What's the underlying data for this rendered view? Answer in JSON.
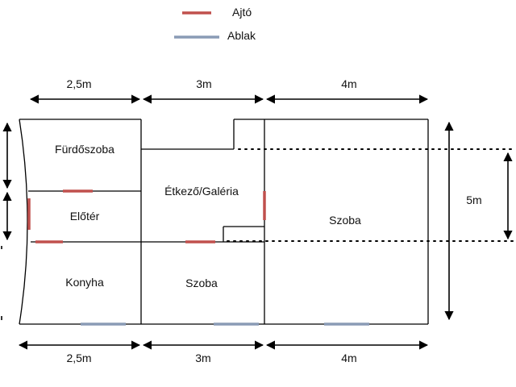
{
  "legend": {
    "door_label": "Ajtó",
    "window_label": "Ablak"
  },
  "colors": {
    "door": "#c0504d",
    "window": "#8a9bb5",
    "wall": "#000000"
  },
  "dimensions": {
    "top": [
      "2,5m",
      "3m",
      "4m"
    ],
    "bottom": [
      "2,5m",
      "3m",
      "4m"
    ],
    "right": "5m"
  },
  "rooms": {
    "bathroom": "Fürdőszoba",
    "hallway": "Előtér",
    "kitchen": "Konyha",
    "dining": "Étkező/Galéria",
    "room_middle": "Szoba",
    "room_large": "Szoba"
  }
}
